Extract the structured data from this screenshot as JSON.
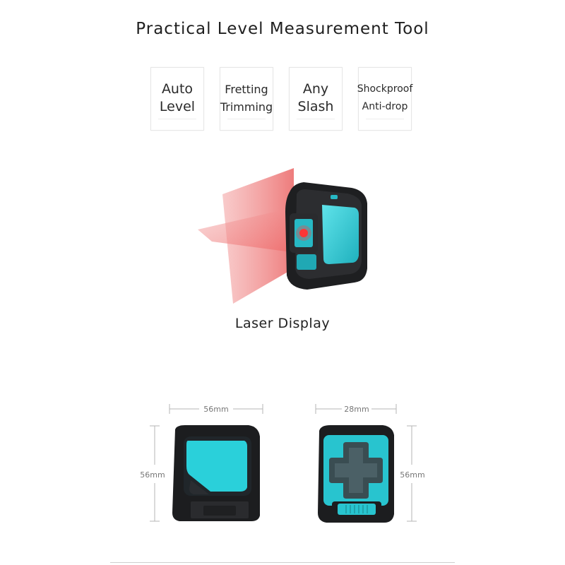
{
  "title": "Practical Level Measurement Tool",
  "features": [
    {
      "line1": "Auto",
      "line2": "Level"
    },
    {
      "line1": "Fretting",
      "line2": "Trimming"
    },
    {
      "line1": "Any",
      "line2": "Slash"
    },
    {
      "line1": "Shockproof",
      "line2": "Anti-drop"
    }
  ],
  "caption": "Laser Display",
  "dimensions": {
    "front_width": "56mm",
    "front_height": "56mm",
    "side_width": "28mm",
    "side_height": "56mm"
  },
  "colors": {
    "accent_cyan": "#29c8d2",
    "body_black": "#1e1f21",
    "laser_red": "#e83a3a"
  }
}
